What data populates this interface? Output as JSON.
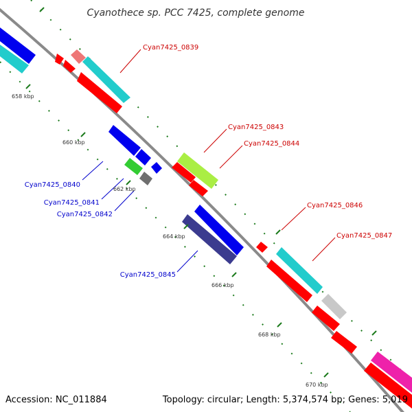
{
  "title": "Cyanothece sp. PCC 7425, complete genome",
  "footer": {
    "accession": "Accession: NC_011884",
    "summary": "Topology: circular; Length: 5,374,574 bp; Genes: 5,019"
  },
  "ticks": [
    "658 kbp",
    "660 kbp",
    "662 kbp",
    "664 kbp",
    "666 kbp",
    "668 kbp",
    "670 kbp"
  ],
  "gene_labels": {
    "g0839": "Cyan7425_0839",
    "g0840": "Cyan7425_0840",
    "g0841": "Cyan7425_0841",
    "g0842": "Cyan7425_0842",
    "g0843": "Cyan7425_0843",
    "g0844": "Cyan7425_0844",
    "g0845": "Cyan7425_0845",
    "g0846": "Cyan7425_0846",
    "g0847": "Cyan7425_0847"
  },
  "colors": {
    "backbone": "#8a8a8a",
    "tick": "#1b7a1b",
    "forward_label": "#cc0000",
    "reverse_label": "#0000cc",
    "red": "#ff0000",
    "light_red": "#ee7777",
    "cyan": "#22cccc",
    "blue": "#0000ee",
    "navy": "#3b3b8f",
    "green": "#33cc33",
    "lime": "#aaee44",
    "gray": "#6f6f6f",
    "light_gray": "#c8c8c8",
    "magenta": "#ee22aa"
  }
}
